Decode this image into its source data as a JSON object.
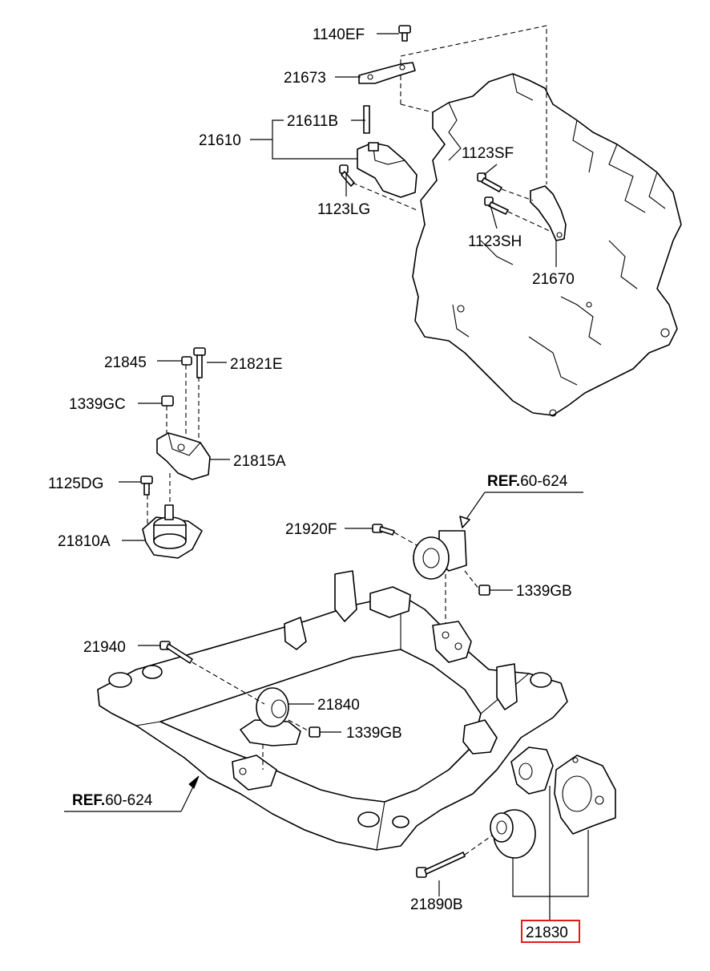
{
  "labels": {
    "p1140EF": "1140EF",
    "p21673": "21673",
    "p21611B": "21611B",
    "p21610": "21610",
    "p1123LG": "1123LG",
    "p1123SF": "1123SF",
    "p1123SH": "1123SH",
    "p21670": "21670",
    "p21845": "21845",
    "p21821E": "21821E",
    "p1339GC": "1339GC",
    "p21815A": "21815A",
    "p1125DG": "1125DG",
    "p21810A": "21810A",
    "p21920F": "21920F",
    "p1339GB_top": "1339GB",
    "p21940": "21940",
    "p21840": "21840",
    "p1339GB_mid": "1339GB",
    "p21890B": "21890B",
    "p21830": "21830"
  },
  "refs": {
    "top": {
      "bold": "REF.",
      "num": "60-624"
    },
    "left": {
      "bold": "REF.",
      "num": "60-624"
    }
  },
  "highlight": {
    "part": "21830",
    "color": "#e01b1b"
  }
}
